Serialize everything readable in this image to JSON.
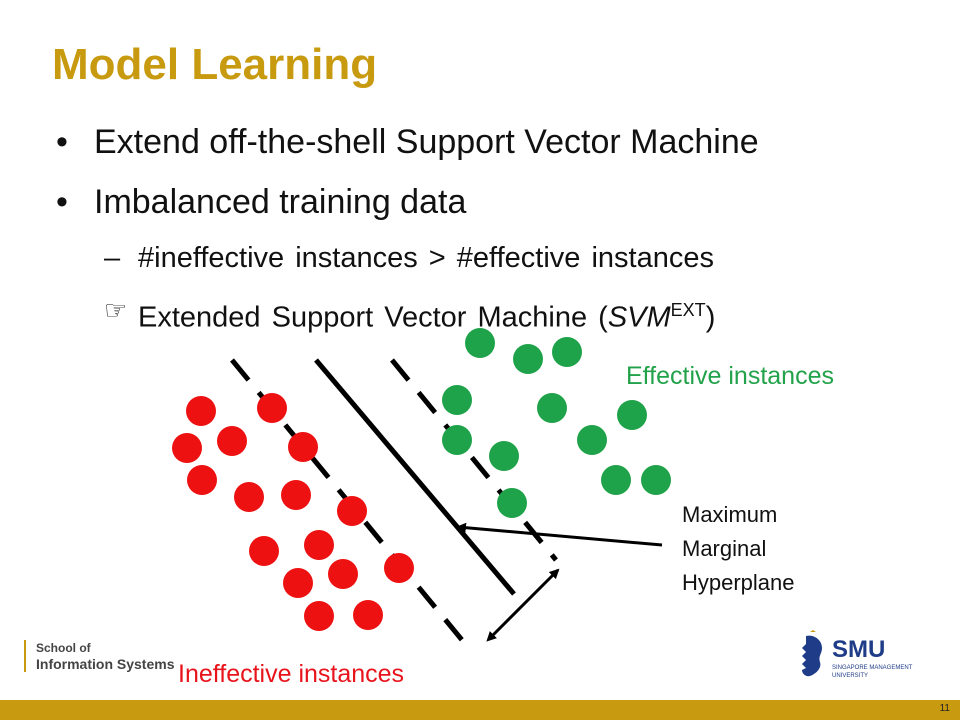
{
  "title": "Model Learning",
  "bullets": [
    {
      "marker": "•",
      "text": "Extend off-the-shell Support Vector Machine"
    },
    {
      "marker": "•",
      "text": "Imbalanced training data"
    }
  ],
  "sub_items": [
    {
      "marker": "–",
      "text": "#ineffective instances > #effective instances"
    },
    {
      "marker": "☞",
      "text_prefix": "Extended Support Vector Machine (",
      "italic": "SVM",
      "superscript": "EXT",
      "text_suffix": ")"
    }
  ],
  "diagram": {
    "effective_label": "Effective instances",
    "ineffective_label": "Ineffective instances",
    "hyperplane_label": [
      "Maximum",
      "Marginal",
      "Hyperplane"
    ],
    "effective_color": "#1EA24A",
    "ineffective_color": "#EE1111"
  },
  "footer": {
    "school_line1": "School of",
    "school_line2": "Information Systems",
    "logo_text": "SMU",
    "logo_subtext": "SINGAPORE MANAGEMENT UNIVERSITY",
    "page_number": "11",
    "bar_color": "#C89A0F"
  }
}
